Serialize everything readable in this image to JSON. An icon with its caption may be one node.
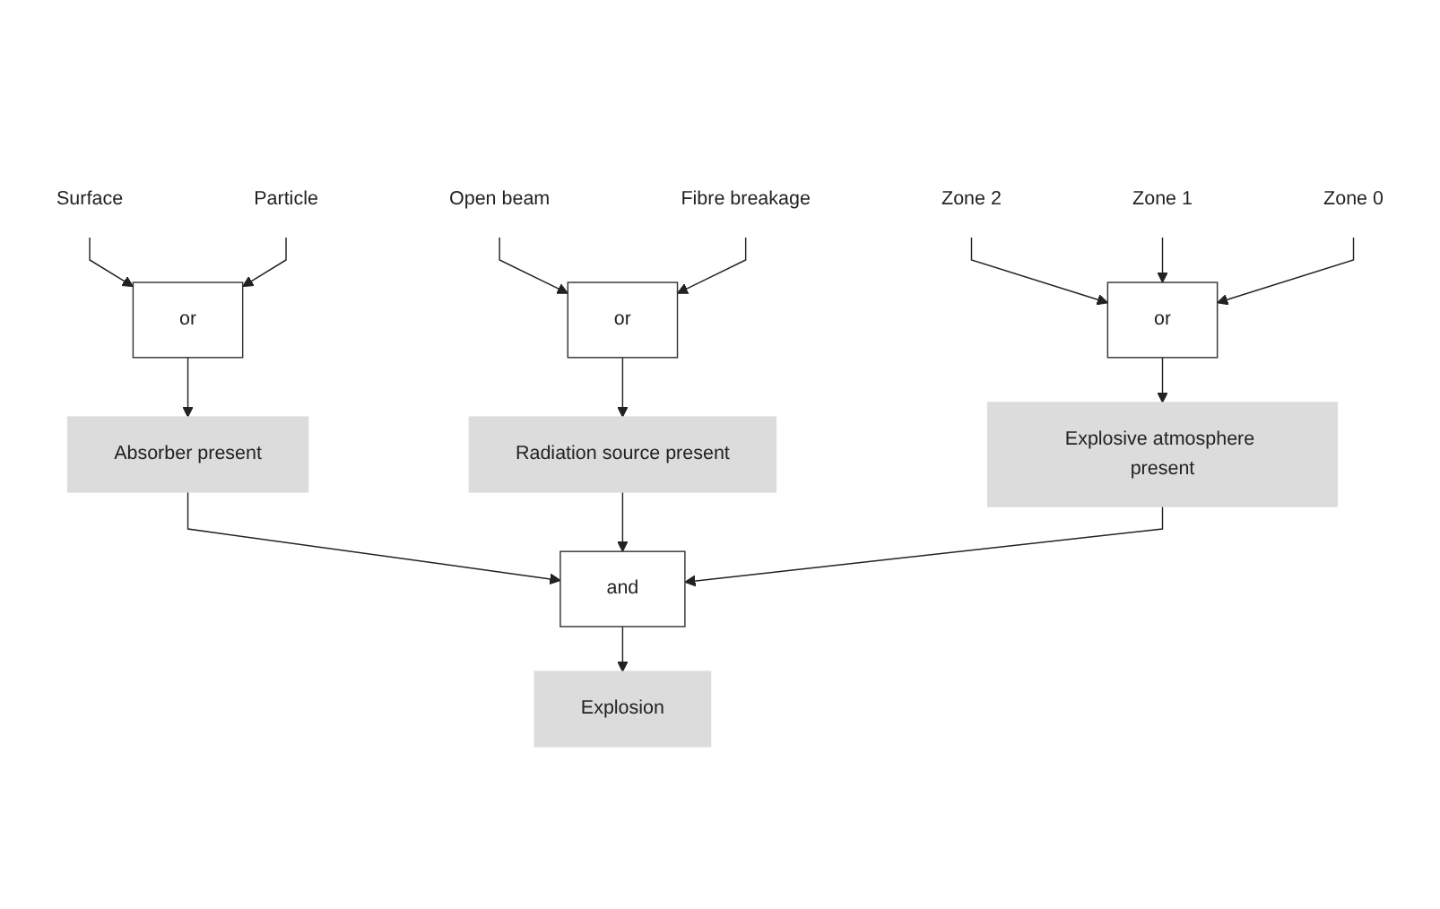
{
  "diagram": {
    "nodes": [
      {
        "text": [
          "Surface"
        ]
      },
      {
        "text": [
          "Particle"
        ]
      },
      {
        "text": [
          "Open beam"
        ]
      },
      {
        "text": [
          "Fibre breakage"
        ]
      },
      {
        "text": [
          "Zone 2"
        ]
      },
      {
        "text": [
          "Zone 1"
        ]
      },
      {
        "text": [
          "Zone 0"
        ]
      },
      {
        "text": [
          "or"
        ]
      },
      {
        "text": [
          "or"
        ]
      },
      {
        "text": [
          "or"
        ]
      },
      {
        "text": [
          "Absorber present"
        ]
      },
      {
        "text": [
          "Radiation source present"
        ]
      },
      {
        "text": [
          "Explosive atmosphere present"
        ]
      },
      {
        "text": [
          "and"
        ]
      },
      {
        "text": [
          "Explosion"
        ]
      }
    ],
    "edges": [
      {
        "from": 0,
        "to": 7,
        "arrow": "to"
      },
      {
        "from": 1,
        "to": 7,
        "arrow": "to"
      },
      {
        "from": 2,
        "to": 8,
        "arrow": "to"
      },
      {
        "from": 3,
        "to": 8,
        "arrow": "to"
      },
      {
        "from": 4,
        "to": 9,
        "arrow": "to"
      },
      {
        "from": 5,
        "to": 9,
        "arrow": "to"
      },
      {
        "from": 6,
        "to": 9,
        "arrow": "to"
      },
      {
        "from": 7,
        "to": 10,
        "arrow": "to"
      },
      {
        "from": 8,
        "to": 11,
        "arrow": "to"
      },
      {
        "from": 9,
        "to": 12,
        "arrow": "to"
      },
      {
        "from": 10,
        "to": 13,
        "arrow": "to"
      },
      {
        "from": 11,
        "to": 13,
        "arrow": "to"
      },
      {
        "from": 12,
        "to": 13,
        "arrow": "to"
      },
      {
        "from": 13,
        "to": 14,
        "arrow": "to"
      }
    ]
  }
}
